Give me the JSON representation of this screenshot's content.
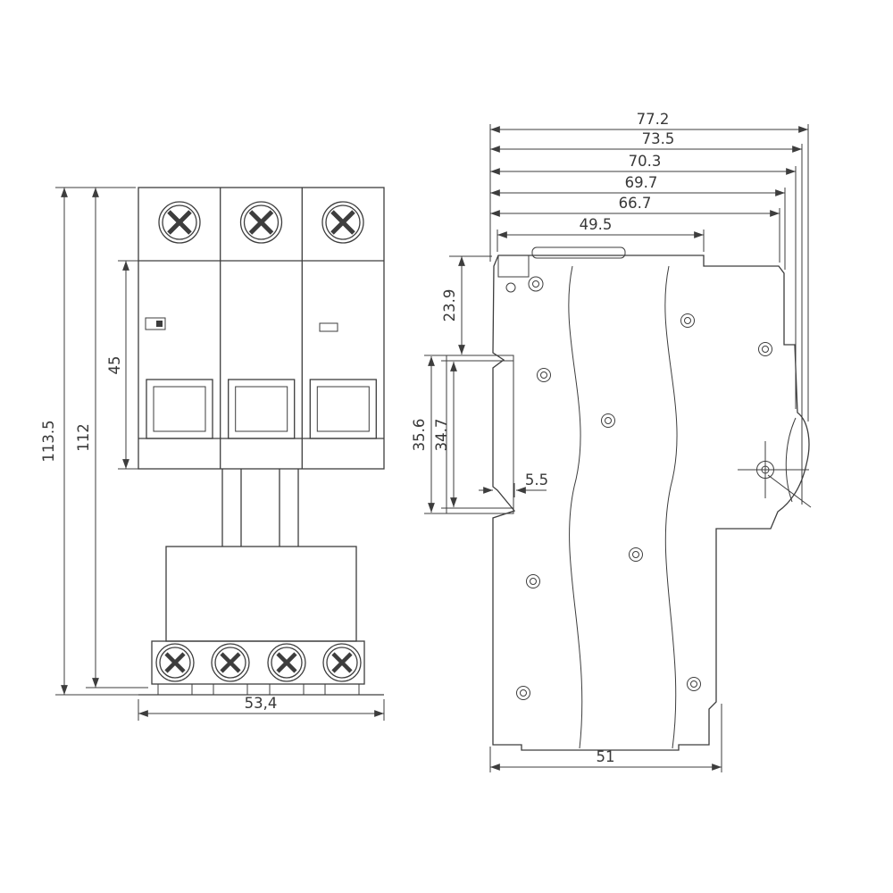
{
  "front_view": {
    "dim_overall_height": "113.5",
    "dim_body_height": "112",
    "dim_mid_height": "45",
    "dim_width": "53,4"
  },
  "side_view": {
    "dim_depth_1": "77.2",
    "dim_depth_2": "73.5",
    "dim_depth_3": "70.3",
    "dim_depth_4": "69.7",
    "dim_depth_5": "66.7",
    "dim_top_depth": "49.5",
    "dim_top_to_rail": "23.9",
    "dim_rail_outer": "35.6",
    "dim_rail_inner": "34.7",
    "dim_hook": "5.5",
    "dim_base_depth": "51"
  },
  "colors": {
    "line": "#3d3d3d",
    "background": "#ffffff"
  }
}
